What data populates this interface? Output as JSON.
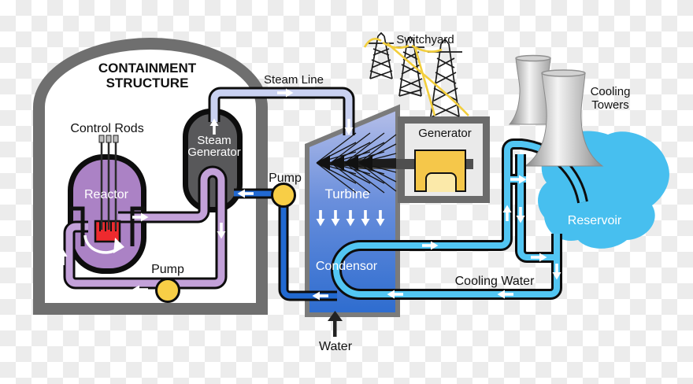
{
  "diagram": {
    "type": "nuclear-power-plant-schematic",
    "containment_title_lines": [
      "CONTAINMENT",
      "STRUCTURE"
    ],
    "labels": {
      "control_rods": "Control Rods",
      "reactor": "Reactor",
      "steam_generator_lines": [
        "Steam",
        "Generator"
      ],
      "steam_line": "Steam Line",
      "pump_feedwater": "Pump",
      "pump_primary": "Pump",
      "turbine": "Turbine",
      "condensor": "Condensor",
      "generator": "Generator",
      "switchyard": "Switchyard",
      "cooling_towers_lines": [
        "Cooling",
        "Towers"
      ],
      "reservoir": "Reservoir",
      "cooling_water": "Cooling Water",
      "water": "Water"
    },
    "colors": {
      "containment_wall": "#6f6f6f",
      "reactor_vessel": "#ab82c5",
      "primary_pipe": "#c3a1d9",
      "fuel": "#ee2a2e",
      "steam_generator": "#58585a",
      "steam_pipe": "#c9d1f1",
      "feedwater_pipe": "#2169d1",
      "cooling_pipe": "#52c6f3",
      "reservoir": "#47bfef",
      "pump": "#f8ce46",
      "turbine_top": "#b6bfe9",
      "turbine_bottom": "#2d6ccf",
      "generator_yellow": "#f5c74a",
      "wires": "#f2ce3c"
    },
    "flow_arrows": "white directional arrows on all loops"
  }
}
